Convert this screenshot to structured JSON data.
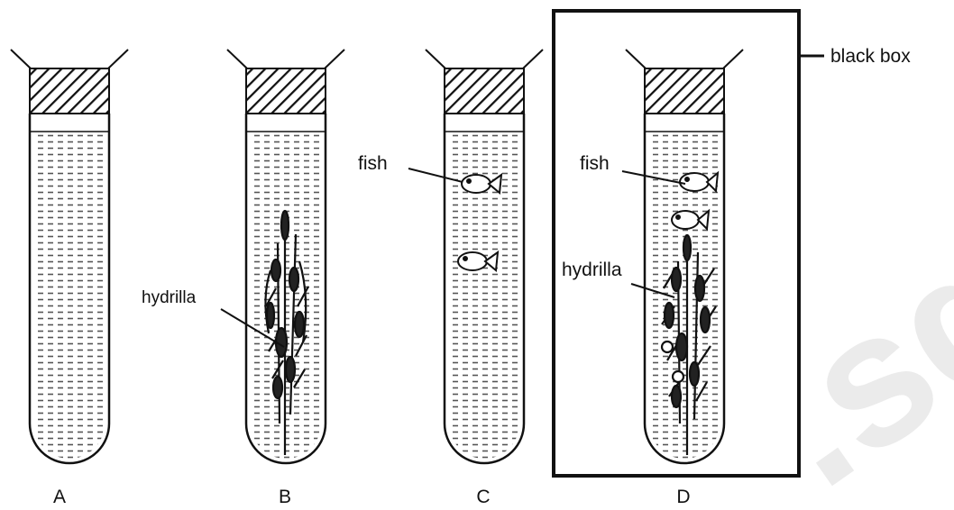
{
  "tubes": [
    {
      "id": "A",
      "label": "A"
    },
    {
      "id": "B",
      "label": "B"
    },
    {
      "id": "C",
      "label": "C"
    },
    {
      "id": "D",
      "label": "D"
    }
  ],
  "annotations": {
    "hydrilla_b": "hydrilla",
    "fish_c": "fish",
    "fish_d": "fish",
    "hydrilla_d": "hydrilla",
    "black_box": "black box"
  },
  "watermark": {
    "text": ".sg",
    "color": "#e8e8e8"
  },
  "colors": {
    "ink": "#111111",
    "water_dash": "#555555"
  }
}
